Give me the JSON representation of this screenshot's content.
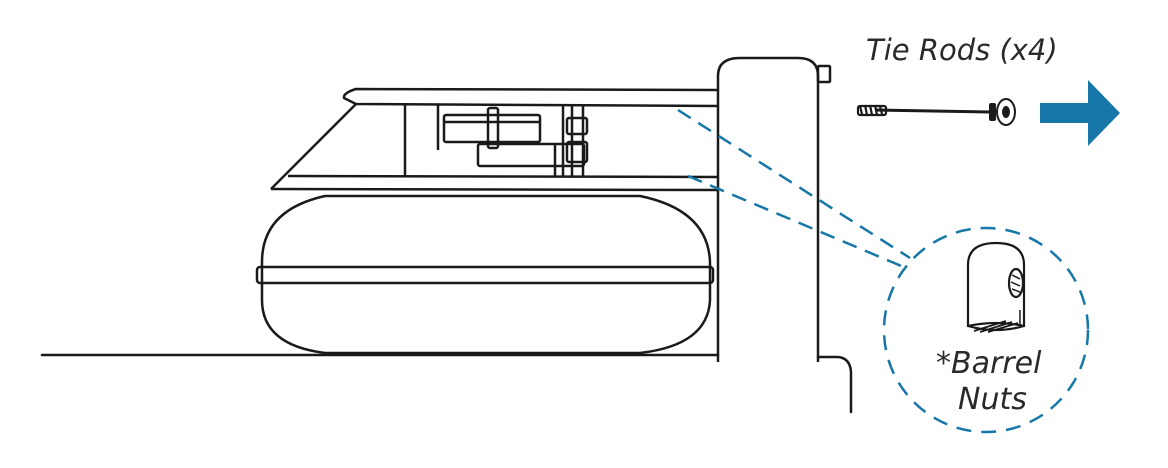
{
  "labels": {
    "tie_rods": "Tie Rods (x4)",
    "barrel_nuts_line1": "*Barrel",
    "barrel_nuts_line2": "Nuts"
  },
  "colors": {
    "line": "#1a1a1a",
    "accent": "#1677a8",
    "text": "#2a2a2a",
    "background": "#ffffff"
  },
  "icons": {
    "direction": "arrow-right-icon",
    "tie_rod": "tie-rod-icon",
    "barrel_nut": "barrel-nut-icon"
  }
}
